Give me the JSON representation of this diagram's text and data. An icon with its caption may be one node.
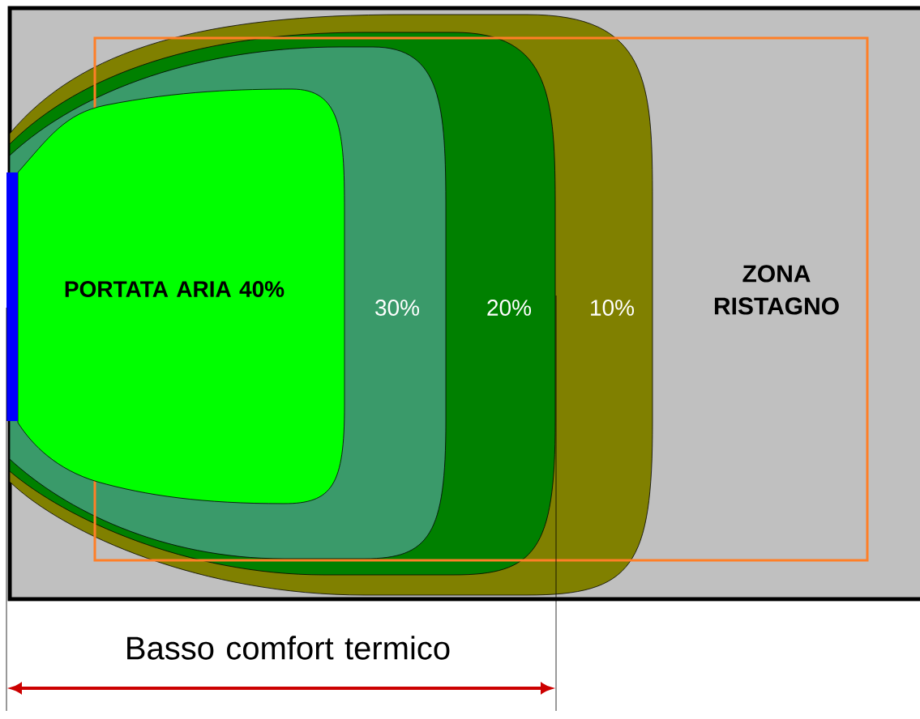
{
  "diagram": {
    "nodes": [
      {
        "text": [
          "10%"
        ]
      },
      {
        "text": [
          "20%"
        ],
        "in": 0
      },
      {
        "text": [
          "30%"
        ],
        "in": 1
      },
      {
        "text": [
          "PORTATA ARIA 40%"
        ],
        "in": 2
      },
      {
        "text": [],
        "shape": "bar"
      }
    ],
    "labels": [
      "ZONA RISTAGNO",
      "Basso comfort termico"
    ]
  }
}
